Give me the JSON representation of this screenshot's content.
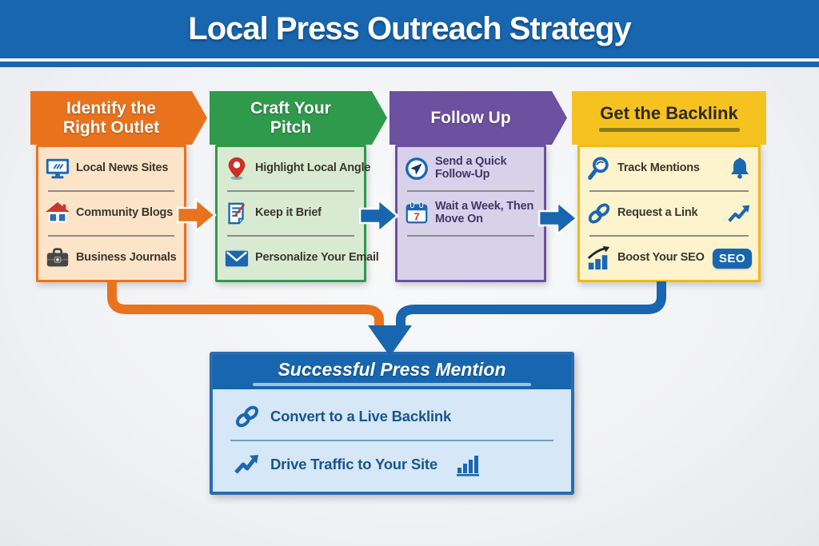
{
  "title": "Local Press Outreach Strategy",
  "colors": {
    "banner_blue": "#1866af",
    "step1_orange": "#e9731d",
    "step2_green": "#2f9a4c",
    "step3_purple": "#6d509f",
    "step4_gold": "#f5c21f",
    "icon_blue": "#1a67b2",
    "icon_red": "#c6392f",
    "result_body_blue": "#d6e7f7"
  },
  "columns": [
    {
      "header": "Identify the Right Outlet",
      "items": [
        {
          "icon": "monitor-icon",
          "label": "Local News Sites"
        },
        {
          "icon": "house-icon",
          "label": "Community Blogs"
        },
        {
          "icon": "briefcase-icon",
          "label": "Business Journals"
        }
      ]
    },
    {
      "header": "Craft Your Pitch",
      "items": [
        {
          "icon": "map-pin-icon",
          "label": "Highlight Local Angle"
        },
        {
          "icon": "note-pencil-icon",
          "label": "Keep it Brief"
        },
        {
          "icon": "envelope-icon",
          "label": "Personalize Your Email"
        }
      ]
    },
    {
      "header": "Follow Up",
      "items": [
        {
          "icon": "paper-plane-icon",
          "label": "Send a Quick Follow-Up"
        },
        {
          "icon": "calendar-7-icon",
          "label": "Wait a Week, Then Move On",
          "calendar_number": "7"
        }
      ]
    },
    {
      "header": "Get the Backlink",
      "items": [
        {
          "icon": "magnifier-icon",
          "label": "Track Mentions",
          "suffix_icon": "bell-icon"
        },
        {
          "icon": "chain-link-icon",
          "label": "Request a Link",
          "suffix_icon": "trend-up-icon"
        },
        {
          "icon": "bar-chart-arrow-icon",
          "label": "Boost Your SEO",
          "suffix_icon": "seo-badge",
          "badge": "SEO"
        }
      ]
    }
  ],
  "result_box": {
    "title": "Successful Press Mention",
    "items": [
      {
        "icon": "chain-link-icon",
        "label": "Convert to a Live Backlink"
      },
      {
        "icon": "trend-up-icon",
        "label": "Drive Traffic to Your Site",
        "suffix_icon": "bar-chart-icon"
      }
    ]
  }
}
